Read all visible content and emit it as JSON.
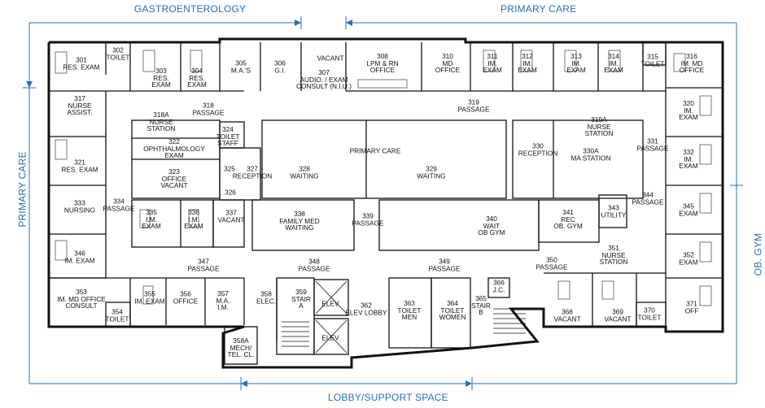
{
  "zones": {
    "top_left": "GASTROENTEROLOGY",
    "top_right": "PRIMARY CARE",
    "left": "PRIMARY CARE",
    "right": "OB. GYM",
    "bottom": "LOBBY/SUPPORT SPACE"
  },
  "rooms": {
    "r301": {
      "num": "301",
      "name": "RES. EXAM"
    },
    "r302": {
      "num": "302",
      "name": "TOILET"
    },
    "r303": {
      "num": "303",
      "name": "RES.\nEXAM"
    },
    "r304": {
      "num": "304",
      "name": "RES.\nEXAM"
    },
    "r305": {
      "num": "305",
      "name": "M.A.'S"
    },
    "r306": {
      "num": "306",
      "name": "G.I."
    },
    "r307": {
      "num": "307",
      "name": "AUDIO. / EXAM\nCONSULT (N.I.U.)"
    },
    "vacant_top": {
      "num": "",
      "name": "VACANT"
    },
    "r308": {
      "num": "308",
      "name": "LPM & RN\nOFFICE"
    },
    "r310": {
      "num": "310",
      "name": "MD\nOFFICE"
    },
    "r311": {
      "num": "311",
      "name": "IM.\nEXAM"
    },
    "r312": {
      "num": "312",
      "name": "IM.\nEXAM"
    },
    "r313": {
      "num": "313",
      "name": "IM.\nEXAM"
    },
    "r314": {
      "num": "314",
      "name": "IM.\nEXAM"
    },
    "r315": {
      "num": "315",
      "name": "TOILET"
    },
    "r316": {
      "num": "316",
      "name": "IM. MD\nOFFICE"
    },
    "r317": {
      "num": "317",
      "name": "NURSE\nASSIST."
    },
    "r318a": {
      "num": "318A",
      "name": "NURSE\nSTATION"
    },
    "r318": {
      "num": "318",
      "name": "PASSAGE"
    },
    "r319": {
      "num": "319",
      "name": "PASSAGE"
    },
    "r319a": {
      "num": "319A",
      "name": "NURSE\nSTATION"
    },
    "r320": {
      "num": "320",
      "name": "IM.\nEXAM"
    },
    "r321": {
      "num": "321",
      "name": "RES. EXAM"
    },
    "r322": {
      "num": "322",
      "name": "OPHTHALMOLOGY\nEXAM"
    },
    "r323": {
      "num": "323",
      "name": "OFFICE\nVACANT"
    },
    "r324": {
      "num": "324",
      "name": "TOILET\nSTAFF"
    },
    "r325": {
      "num": "325",
      "name": ""
    },
    "r326": {
      "num": "326",
      "name": ""
    },
    "r327": {
      "num": "327",
      "name": "RECEPTION"
    },
    "primary_care": {
      "num": "",
      "name": "PRIMARY CARE"
    },
    "r328": {
      "num": "328",
      "name": "WAITING"
    },
    "r329": {
      "num": "329",
      "name": "WAITING"
    },
    "r330": {
      "num": "330",
      "name": "RECEPTION"
    },
    "r330a": {
      "num": "330A",
      "name": "MA STATION"
    },
    "r331": {
      "num": "331",
      "name": "PASSAGE"
    },
    "r332": {
      "num": "332",
      "name": "IM.\nEXAM"
    },
    "r333": {
      "num": "333",
      "name": "NURSING"
    },
    "r334": {
      "num": "334",
      "name": "PASSAGE"
    },
    "r335": {
      "num": "335",
      "name": "I.M.\nEXAM"
    },
    "r336": {
      "num": "336",
      "name": "I.M.\nEXAM"
    },
    "r337": {
      "num": "337",
      "name": "VACANT"
    },
    "r338": {
      "num": "338",
      "name": "FAMILY MED\nWAITING"
    },
    "r339": {
      "num": "339",
      "name": "PASSAGE"
    },
    "r340": {
      "num": "340",
      "name": "WAIT\nOB GYM"
    },
    "r341": {
      "num": "341",
      "name": "REC\nOB. GYM"
    },
    "r343": {
      "num": "343",
      "name": "UTILITY"
    },
    "r344": {
      "num": "344",
      "name": "PASSAGE"
    },
    "r345": {
      "num": "345",
      "name": "EXAM"
    },
    "r346": {
      "num": "346",
      "name": "IM. EXAM"
    },
    "r347": {
      "num": "347",
      "name": "PASSAGE"
    },
    "r348": {
      "num": "348",
      "name": "PASSAGE"
    },
    "r349": {
      "num": "349",
      "name": "PASSAGE"
    },
    "r350": {
      "num": "350",
      "name": "PASSAGE"
    },
    "r351": {
      "num": "351",
      "name": "NURSE\nSTATION"
    },
    "r352": {
      "num": "352",
      "name": "EXAM"
    },
    "r353": {
      "num": "353",
      "name": "IM. MD OFFICE\nCONSULT"
    },
    "r354": {
      "num": "354",
      "name": "TOILET"
    },
    "r355": {
      "num": "355",
      "name": "IM. EXAM"
    },
    "r356": {
      "num": "356",
      "name": "OFFICE"
    },
    "r357": {
      "num": "357",
      "name": "M.A.\nI.M."
    },
    "r358": {
      "num": "358",
      "name": "ELEC."
    },
    "r358a": {
      "num": "358A",
      "name": "MECH/\nTEL. CL."
    },
    "r359": {
      "num": "359",
      "name": "STAIR\nA"
    },
    "elev1": {
      "num": "",
      "name": "ELEV"
    },
    "elev2": {
      "num": "",
      "name": "ELEV"
    },
    "r362": {
      "num": "362",
      "name": "ELEV LOBBY"
    },
    "r363": {
      "num": "363",
      "name": "TOILET\nMEN"
    },
    "r364": {
      "num": "364",
      "name": "TOILET\nWOMEN"
    },
    "r365": {
      "num": "365",
      "name": "STAIR\nB"
    },
    "r366": {
      "num": "366",
      "name": "J.C."
    },
    "r368": {
      "num": "368",
      "name": "VACANT"
    },
    "r369": {
      "num": "369",
      "name": "VACANT"
    },
    "r370": {
      "num": "370",
      "name": "TOILET"
    },
    "r371": {
      "num": "371",
      "name": "OFF"
    }
  },
  "colors": {
    "wall": "#111111",
    "dimension": "#2a6fb5",
    "fixture": "#555555"
  }
}
